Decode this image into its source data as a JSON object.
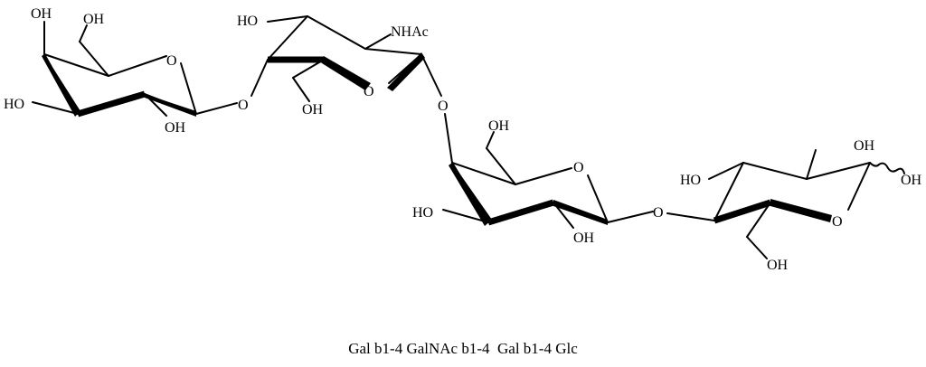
{
  "labels": {
    "gal1": {
      "oh4": "OH",
      "oh6": "OH",
      "oh3": "HO",
      "oh2": "OH",
      "ring_o": "O"
    },
    "link1_o": "O",
    "galnac": {
      "ho3": "HO",
      "nhac": "NHAc",
      "oh6": "OH",
      "ring_o": "O"
    },
    "link2_o": "O",
    "gal2": {
      "oh6": "OH",
      "ring_o": "O",
      "ho3": "HO",
      "oh2": "OH"
    },
    "link3_o": "O",
    "glc": {
      "oh2": "OH",
      "oh1": "OH",
      "ho3": "HO",
      "ring_o": "O",
      "oh6": "OH"
    }
  },
  "caption": "Gal b1-4 GalNAc b1-4  Gal b1-4 Glc"
}
